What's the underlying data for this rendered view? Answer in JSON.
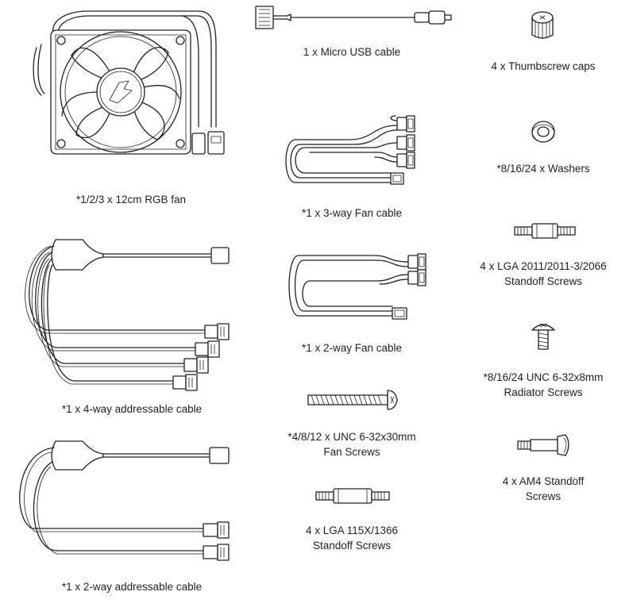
{
  "items": {
    "fan": {
      "label": "*1/2/3 x 12cm RGB fan"
    },
    "micro_usb": {
      "label": "1 x Micro USB cable"
    },
    "thumbscrew_caps": {
      "label": "4 x Thumbscrew caps"
    },
    "fan_3way": {
      "label": "*1 x 3-way Fan cable"
    },
    "washers": {
      "label": "*8/16/24 x Washers"
    },
    "lga2011": {
      "line1": "4 x LGA 2011/2011-3/2066",
      "line2": "Standoff Screws"
    },
    "addressable_4way": {
      "label": "*1 x 4-way addressable cable"
    },
    "fan_2way": {
      "label": "*1 x 2-way Fan cable"
    },
    "radiator_screws": {
      "line1": "*8/16/24 UNC 6-32x8mm",
      "line2": "Radiator Screws"
    },
    "fan_screws": {
      "line1": "*4/8/12 x UNC 6-32x30mm",
      "line2": "Fan Screws"
    },
    "am4": {
      "line1": "4 x AM4 Standoff",
      "line2": "Screws"
    },
    "lga115x": {
      "line1": "4 x LGA 115X/1366",
      "line2": "Standoff Screws"
    },
    "addressable_2way": {
      "label": "*1 x 2-way addressable cable"
    }
  }
}
